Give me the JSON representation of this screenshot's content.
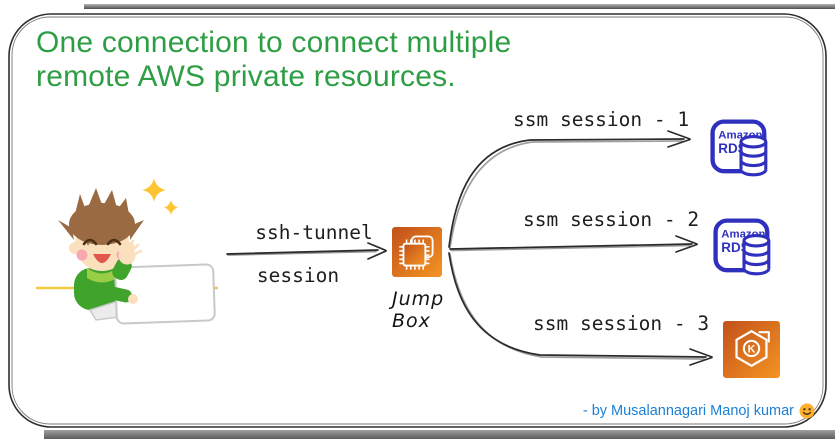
{
  "title": {
    "line1": "One connection to connect multiple",
    "line2": "remote AWS private resources."
  },
  "connections": {
    "ssh_label_line1": "ssh-tunnel",
    "ssh_label_line2": "session",
    "ssm_session_1": "ssm session - 1",
    "ssm_session_2": "ssm session - 2",
    "ssm_session_3": "ssm session - 3"
  },
  "jump_box": {
    "label_line1": "Jump",
    "label_line2": "Box"
  },
  "aws_icons": {
    "rds_text_line1": "Amazon",
    "rds_text_line2": "RDS",
    "eks_letter": "K"
  },
  "attribution": {
    "text": "- by Musalannagari Manoj kumar",
    "emoji_name": "smiling-face"
  },
  "colors": {
    "title_green": "#2E9E44",
    "attribution_blue": "#1B7FD5",
    "rds_indigo": "#3030BE",
    "aws_orange_dark": "#C1511B",
    "aws_orange_light": "#F59422",
    "arrow_ink": "#2b2b2b",
    "desk_yellow": "#F2C744",
    "sparkle_yellow": "#FFC531"
  }
}
